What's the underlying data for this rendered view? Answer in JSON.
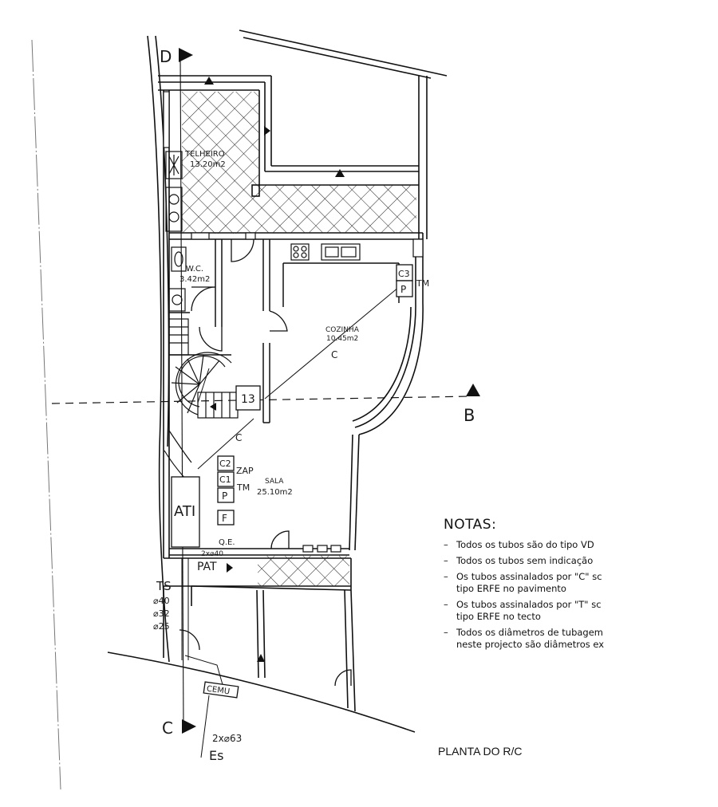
{
  "drawing_title": "PLANTA DO R/C",
  "notes": {
    "title": "NOTAS:",
    "items": [
      "Todos os tubos são do tipo VD",
      "Todos os tubos sem indicação",
      "Os tubos assinalados por \"C\" sc\ntipo ERFE no pavimento",
      "Os tubos assinalados por \"T\" sc\ntipo ERFE no tecto",
      "Todos os diâmetros de tubagem\nneste projecto são diâmetros ex"
    ]
  },
  "rooms": {
    "telheiro": {
      "name": "TELHEIRO",
      "area": "13.20m2"
    },
    "wc": {
      "name": "W.C.",
      "area": "3.42m2"
    },
    "cozinha": {
      "name": "COZINHA",
      "area": "10.45m2"
    },
    "sala": {
      "name": "SALA",
      "area": "25.10m2"
    }
  },
  "section_markers": {
    "d": "D",
    "b": "B",
    "c": "C"
  },
  "equipment": {
    "c3": "C3",
    "p_kitchen": "P",
    "tm_kitchen": "TM",
    "c2": "C2",
    "zap": "ZAP",
    "c1": "C1",
    "tm_sala": "TM",
    "p_sala": "P",
    "f": "F",
    "qe": "Q.E.",
    "ati": "ATI",
    "pat": "PAT",
    "pat_dim": "2x⌀40",
    "box13": "13",
    "c_kitchen": "C",
    "c_sala": "C"
  },
  "ts_labels": {
    "ts": "TS",
    "d40": "⌀40",
    "d32": "⌀32",
    "d25": "⌀25"
  },
  "cemu": {
    "label": "CEMU",
    "dim": "2x⌀63",
    "es": "Es"
  }
}
